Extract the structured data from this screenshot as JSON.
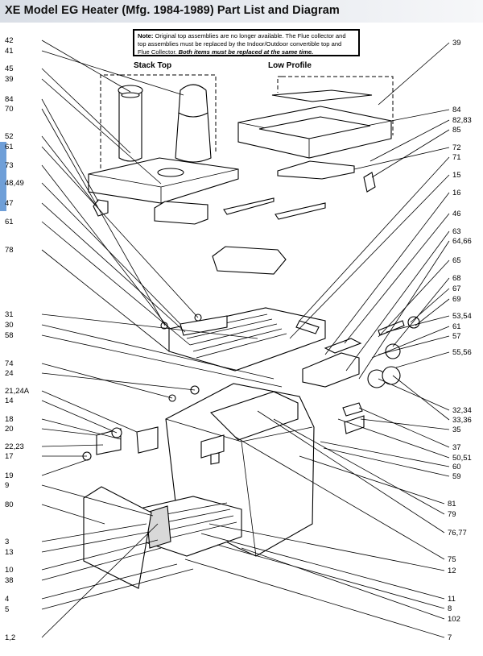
{
  "title": "XE Model EG Heater (Mfg. 1984-1989) Part List and Diagram",
  "note": {
    "prefix": "Note:",
    "text": " Original top assemblies are no longer available.  The Flue collector and top assemblies must be replaced by the Indoor/Outdoor convertible top and Flue Collector. ",
    "emphasis": "Both items must be replaced at the same time."
  },
  "subtitles": {
    "stack_top": "Stack Top",
    "low_profile": "Low Profile"
  },
  "callouts_left": [
    "42",
    "41",
    "45",
    "39",
    "84",
    "70",
    "52",
    "61",
    "73",
    "48,49",
    "47",
    "61",
    "78",
    "31",
    "30",
    "58",
    "74",
    "24",
    "21,24A",
    "14",
    "18",
    "20",
    "22,23",
    "17",
    "19",
    "9",
    "80",
    "3",
    "13",
    "10",
    "38",
    "4",
    "5",
    "1,2"
  ],
  "callouts_right": [
    "39",
    "84",
    "82,83",
    "85",
    "72",
    "71",
    "15",
    "16",
    "46",
    "63",
    "64,66",
    "65",
    "68",
    "67",
    "69",
    "53,54",
    "61",
    "57",
    "55,56",
    "32,34",
    "33,36",
    "35",
    "37",
    "50,51",
    "60",
    "59",
    "81",
    "79",
    "76,77",
    "75",
    "12",
    "11",
    "8",
    "102",
    "7"
  ]
}
